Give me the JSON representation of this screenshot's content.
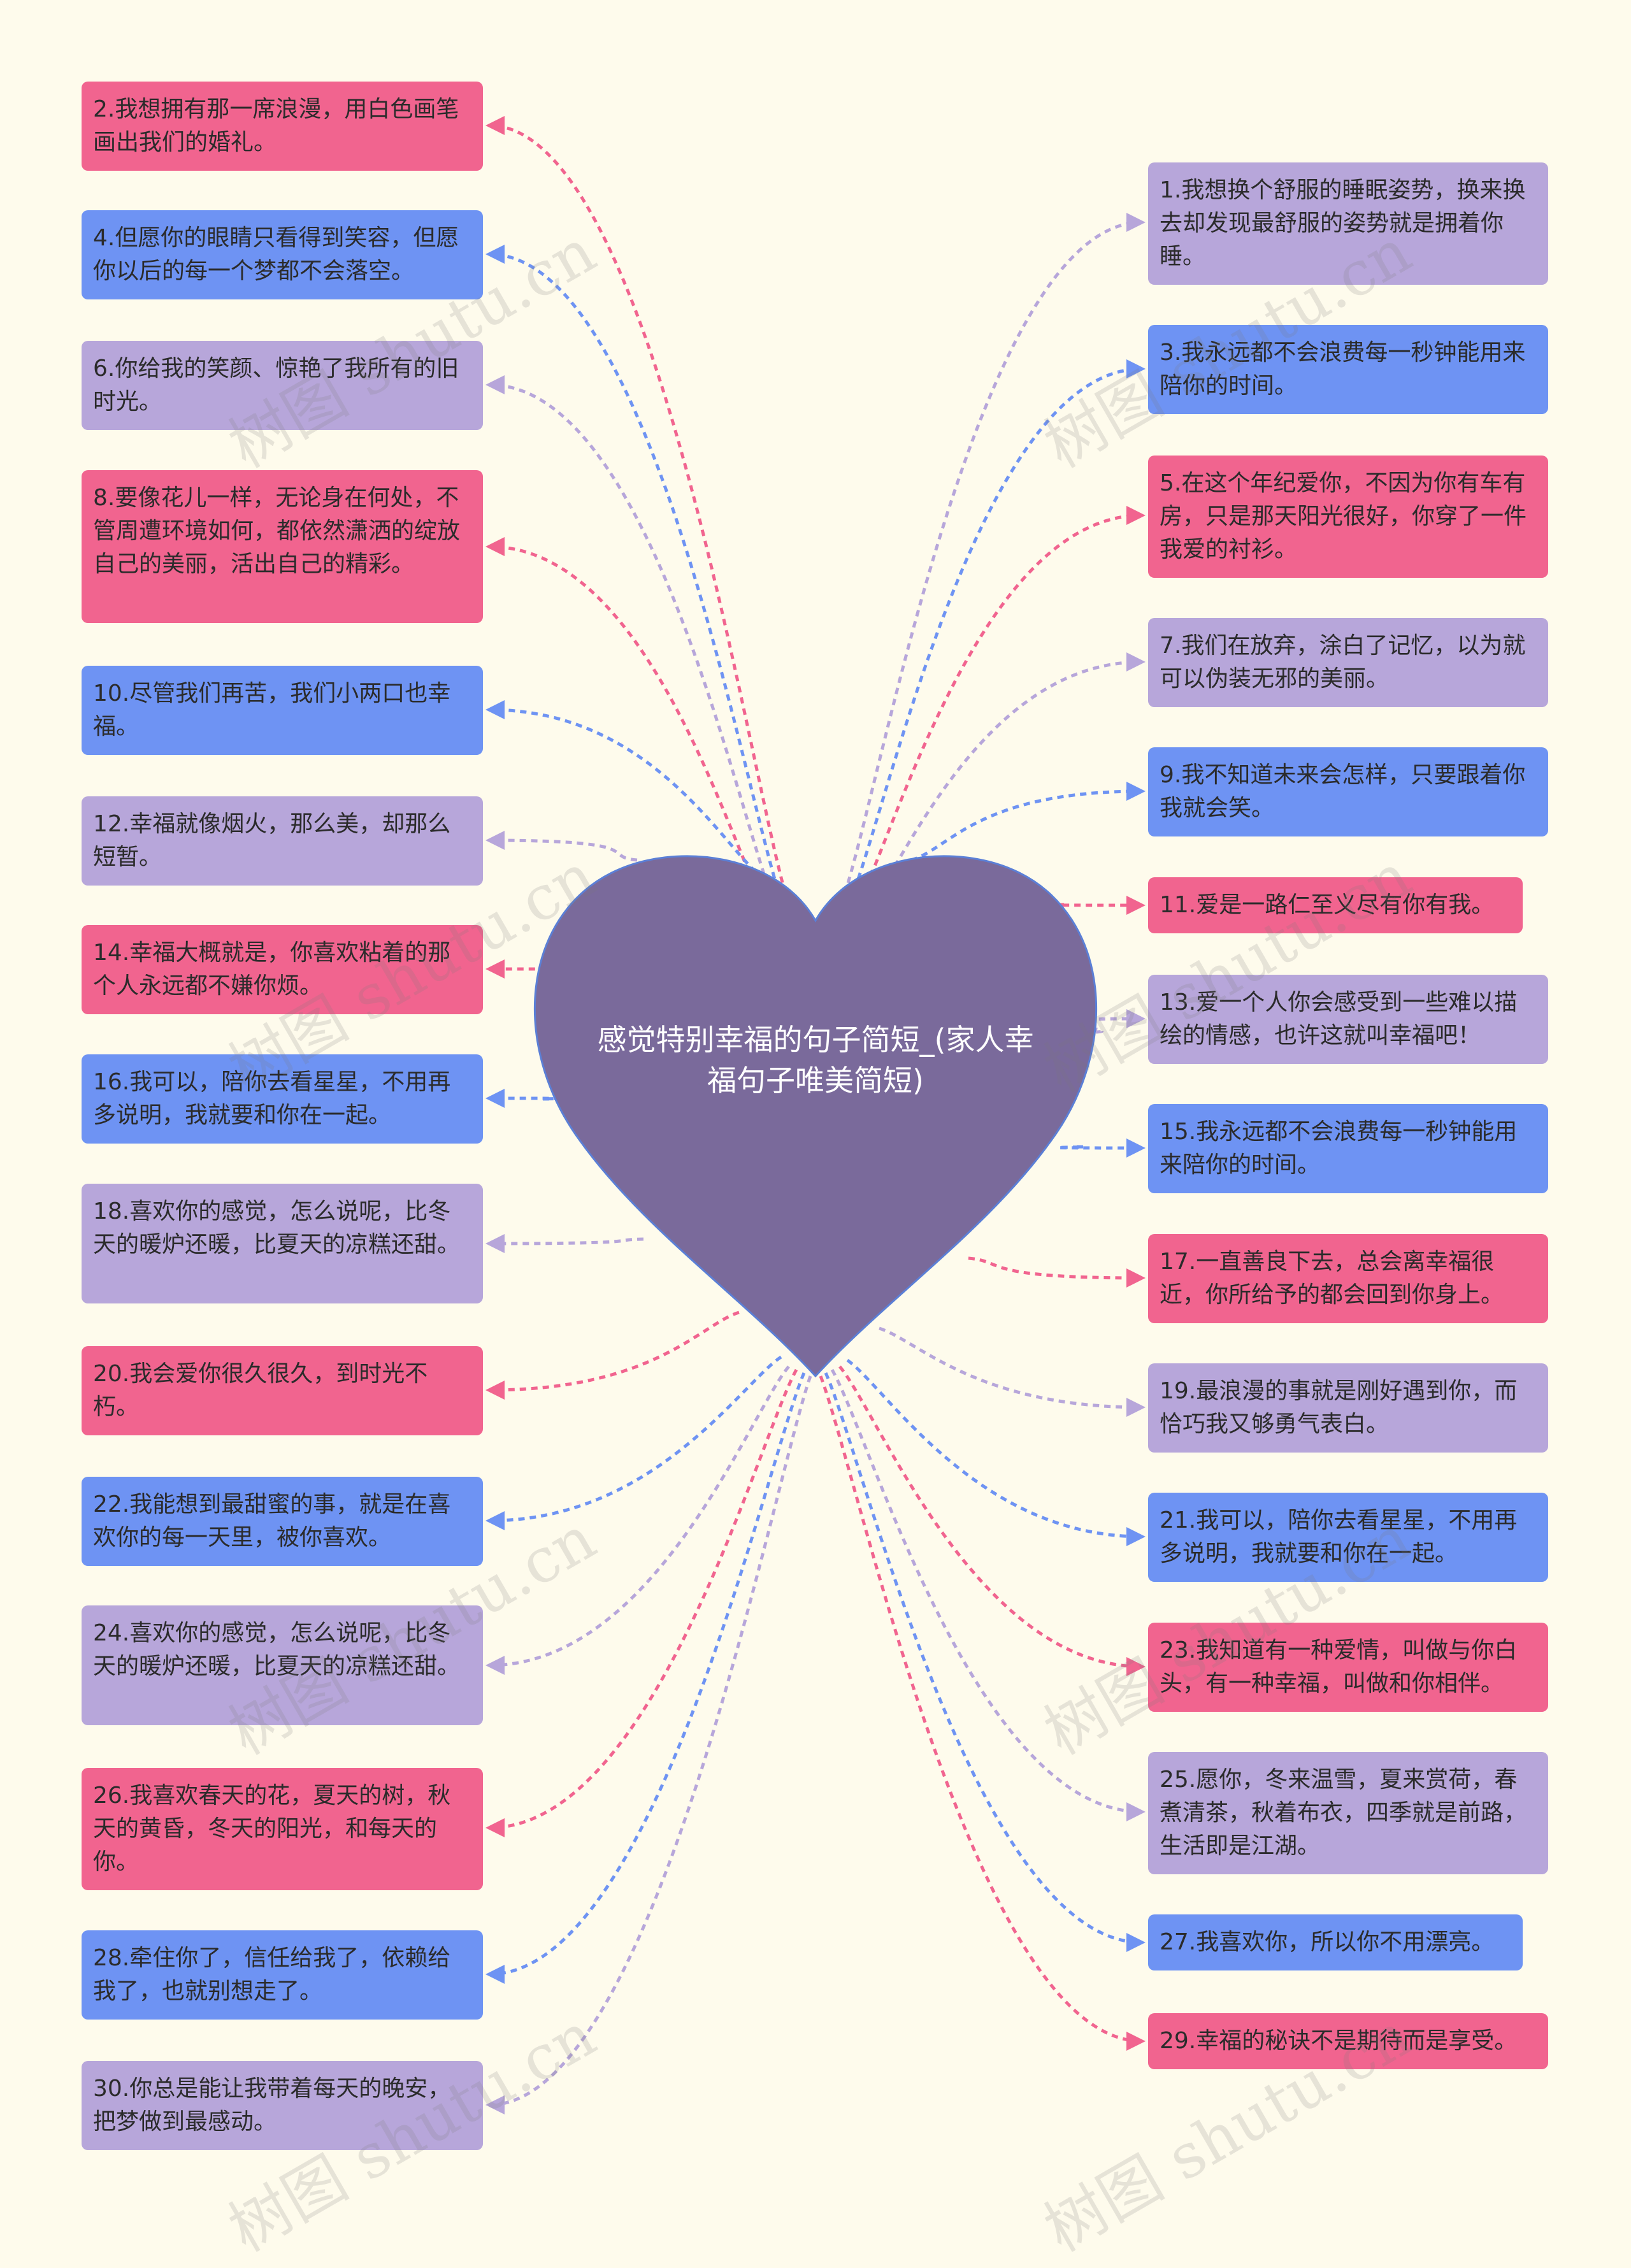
{
  "title": "感觉特别幸福的句子简短_(家人幸福句子唯美简短)",
  "watermark": "树图 shutu.cn",
  "colors": {
    "pink": "#f1648f",
    "blue": "#6e93f3",
    "purple": "#b7a6da",
    "heart": "#7a6a9b",
    "background": "#fefbec"
  },
  "nodes": [
    {
      "id": 2,
      "text": "2.我想拥有那一席浪漫，用白色画笔画出我们的婚礼。",
      "color": "pink"
    },
    {
      "id": 4,
      "text": "4.但愿你的眼睛只看得到笑容，但愿你以后的每一个梦都不会落空。",
      "color": "blue"
    },
    {
      "id": 6,
      "text": "6.你给我的笑颜、惊艳了我所有的旧时光。",
      "color": "purple"
    },
    {
      "id": 8,
      "text": "8.要像花儿一样，无论身在何处，不管周遭环境如何，都依然潇洒的绽放自己的美丽，活出自己的精彩。",
      "color": "pink"
    },
    {
      "id": 10,
      "text": "10.尽管我们再苦，我们小两口也幸福。",
      "color": "blue"
    },
    {
      "id": 12,
      "text": "12.幸福就像烟火，那么美，却那么短暂。",
      "color": "purple"
    },
    {
      "id": 14,
      "text": "14.幸福大概就是，你喜欢粘着的那个人永远都不嫌你烦。",
      "color": "pink"
    },
    {
      "id": 16,
      "text": "16.我可以，陪你去看星星，不用再多说明，我就要和你在一起。",
      "color": "blue"
    },
    {
      "id": 18,
      "text": "18.喜欢你的感觉，怎么说呢，比冬天的暖炉还暖，比夏天的凉糕还甜。",
      "color": "purple"
    },
    {
      "id": 20,
      "text": "20.我会爱你很久很久，到时光不朽。",
      "color": "pink"
    },
    {
      "id": 22,
      "text": "22.我能想到最甜蜜的事，就是在喜欢你的每一天里，被你喜欢。",
      "color": "blue"
    },
    {
      "id": 24,
      "text": "24.喜欢你的感觉，怎么说呢，比冬天的暖炉还暖，比夏天的凉糕还甜。",
      "color": "purple"
    },
    {
      "id": 26,
      "text": "26.我喜欢春天的花，夏天的树，秋天的黄昏，冬天的阳光，和每天的你。",
      "color": "pink"
    },
    {
      "id": 28,
      "text": "28.牵住你了，信任给我了，依赖给我了，也就别想走了。",
      "color": "blue"
    },
    {
      "id": 30,
      "text": "30.你总是能让我带着每天的晚安，把梦做到最感动。",
      "color": "purple"
    },
    {
      "id": 1,
      "text": "1.我想换个舒服的睡眠姿势，换来换去却发现最舒服的姿势就是拥着你睡。",
      "color": "purple"
    },
    {
      "id": 3,
      "text": "3.我永远都不会浪费每一秒钟能用来陪你的时间。",
      "color": "blue"
    },
    {
      "id": 5,
      "text": "5.在这个年纪爱你，不因为你有车有房，只是那天阳光很好，你穿了一件我爱的衬衫。",
      "color": "pink"
    },
    {
      "id": 7,
      "text": "7.我们在放弃，涂白了记忆，以为就可以伪装无邪的美丽。",
      "color": "purple"
    },
    {
      "id": 9,
      "text": "9.我不知道未来会怎样，只要跟着你我就会笑。",
      "color": "blue"
    },
    {
      "id": 11,
      "text": "11.爱是一路仁至义尽有你有我。",
      "color": "pink"
    },
    {
      "id": 13,
      "text": "13.爱一个人你会感受到一些难以描绘的情感，也许这就叫幸福吧！",
      "color": "purple"
    },
    {
      "id": 15,
      "text": "15.我永远都不会浪费每一秒钟能用来陪你的时间。",
      "color": "blue"
    },
    {
      "id": 17,
      "text": "17.一直善良下去，总会离幸福很近，你所给予的都会回到你身上。",
      "color": "pink"
    },
    {
      "id": 19,
      "text": "19.最浪漫的事就是刚好遇到你，而恰巧我又够勇气表白。",
      "color": "purple"
    },
    {
      "id": 21,
      "text": "21.我可以，陪你去看星星，不用再多说明，我就要和你在一起。",
      "color": "blue"
    },
    {
      "id": 23,
      "text": "23.我知道有一种爱情，叫做与你白头，有一种幸福，叫做和你相伴。",
      "color": "pink"
    },
    {
      "id": 25,
      "text": "25.愿你，冬来温雪，夏来赏荷，春煮清茶，秋着布衣，四季就是前路，生活即是江湖。",
      "color": "purple"
    },
    {
      "id": 27,
      "text": "27.我喜欢你，所以你不用漂亮。",
      "color": "blue"
    },
    {
      "id": 29,
      "text": "29.幸福的秘诀不是期待而是享受。",
      "color": "pink"
    }
  ]
}
